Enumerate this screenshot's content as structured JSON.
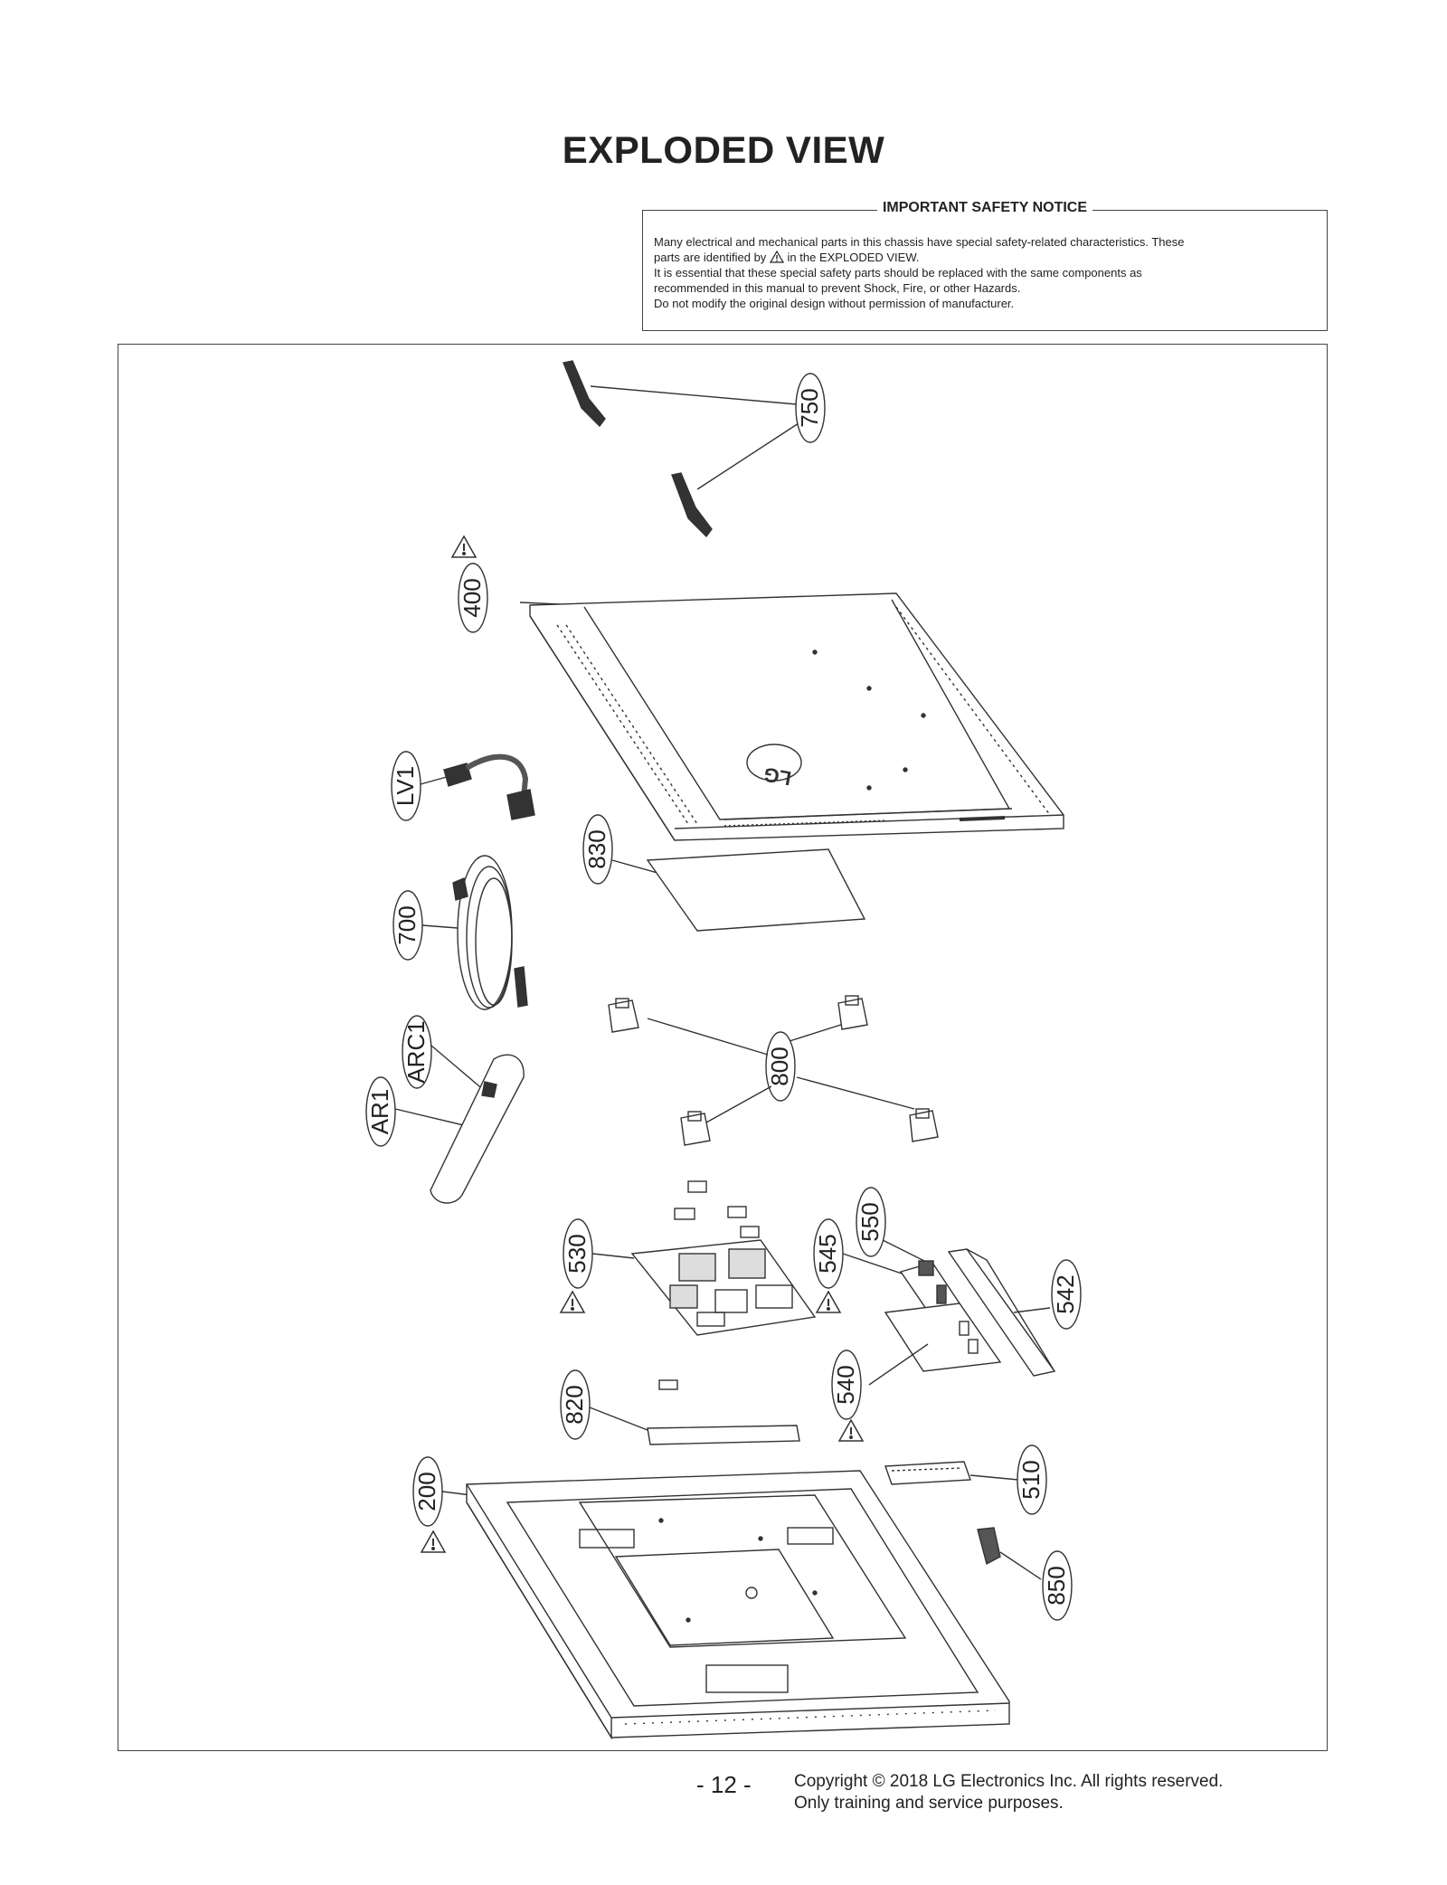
{
  "title": "EXPLODED VIEW",
  "notice": {
    "heading": "IMPORTANT SAFETY NOTICE",
    "line1": "Many electrical and mechanical parts in this chassis have special safety-related characteristics. These",
    "line2a": "parts are identified by",
    "line2b": "in the EXPLODED VIEW.",
    "line3": "It is essential that these special safety parts should be replaced with the same components as",
    "line4": "recommended in this manual to prevent Shock, Fire, or other Hazards.",
    "line5": "Do not modify the original design without permission of manufacturer."
  },
  "parts": {
    "p750": "750",
    "p400": "400",
    "lv1": "LV1",
    "p830": "830",
    "p700": "700",
    "arc1": "ARC1",
    "ar1": "AR1",
    "p800": "800",
    "p550": "550",
    "p530": "530",
    "p545": "545",
    "p542": "542",
    "p540": "540",
    "p820": "820",
    "p200": "200",
    "p510": "510",
    "p850": "850"
  },
  "footer": {
    "page": "- 12 -",
    "copyright1": "Copyright © 2018 LG Electronics Inc. All rights reserved.",
    "copyright2": "Only training and service purposes."
  },
  "logo_text": "LG"
}
